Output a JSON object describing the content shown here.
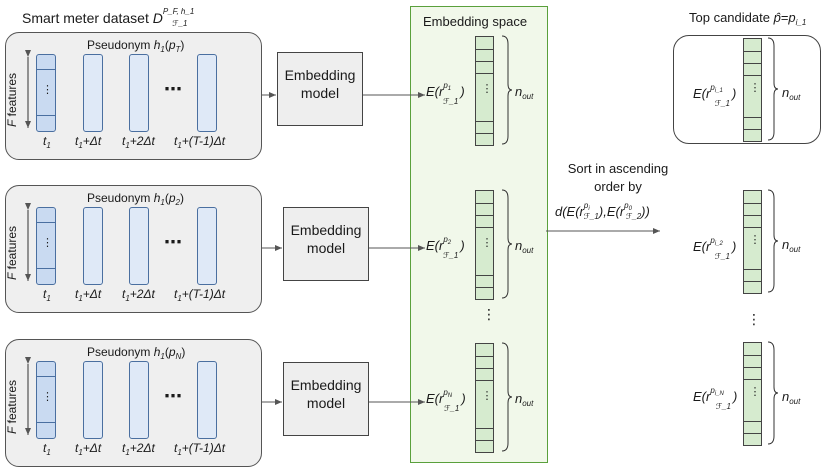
{
  "header": {
    "dataset_label": "Smart meter dataset",
    "dataset_symbol": "D",
    "dataset_sup": "P_F, h_1",
    "dataset_sub": "ℱ_1"
  },
  "rows": [
    {
      "pseudonym_text": "Pseudonym",
      "pseudonym_func": "h",
      "pseudonym_func_sub": "1",
      "pseudonym_arg": "p",
      "pseudonym_arg_sub": "T",
      "embedding_lines": [
        "Embedding",
        "model"
      ],
      "vector_label": "E(r",
      "vector_sup": "p",
      "vector_sup_sub": "1",
      "vector_sub": "ℱ_1",
      "vector_close": ")"
    },
    {
      "pseudonym_text": "Pseudonym",
      "pseudonym_func": "h",
      "pseudonym_func_sub": "1",
      "pseudonym_arg": "p",
      "pseudonym_arg_sub": "2",
      "embedding_lines": [
        "Embedding",
        "model"
      ],
      "vector_label": "E(r",
      "vector_sup": "p",
      "vector_sup_sub": "2",
      "vector_sub": "ℱ_1",
      "vector_close": ")"
    },
    {
      "pseudonym_text": "Pseudonym",
      "pseudonym_func": "h",
      "pseudonym_func_sub": "1",
      "pseudonym_arg": "p",
      "pseudonym_arg_sub": "N",
      "embedding_lines": [
        "Embedding",
        "model"
      ],
      "vector_label": "E(r",
      "vector_sup": "p",
      "vector_sup_sub": "N",
      "vector_sub": "ℱ_1",
      "vector_close": ")"
    }
  ],
  "time_labels": [
    "t",
    "t",
    "t",
    "t"
  ],
  "time_label_subs": [
    "1",
    "1",
    "1",
    "1"
  ],
  "time_label_suffix": [
    "",
    "+Δt",
    "+2Δt",
    "+(T-1)Δt"
  ],
  "features_axis": {
    "symbol": "F",
    "text": " features"
  },
  "bar_ellipsis": "⋯",
  "inner_ellipsis": "⋮",
  "brace_label": "n",
  "brace_label_sub": "out",
  "embedding_space_title": "Embedding space",
  "space_ellipsis": "⋮",
  "sort_text": [
    "Sort in ascending",
    "order by"
  ],
  "sort_formula": {
    "d": "d(E(r",
    "sup_p": "p",
    "sup_i": "i",
    "sub1": "ℱ_1",
    "mid": "),E(r",
    "sup_p0": "p",
    "sup_0": "0",
    "sub2": "ℱ_2",
    "end": "))"
  },
  "top_candidate": {
    "text": "Top candidate",
    "symbol": "p̂",
    "eq": "=",
    "rhs": "p",
    "rhs_sub": "i_1"
  },
  "candidates": [
    {
      "label": "E(r",
      "sup": "p",
      "sup_sub": "i_1",
      "sub": "ℱ_1",
      "close": ")"
    },
    {
      "label": "E(r",
      "sup": "p",
      "sup_sub": "i_2",
      "sub": "ℱ_1",
      "close": ")"
    },
    {
      "label": "E(r",
      "sup": "p",
      "sup_sub": "i_N",
      "sub": "ℱ_1",
      "close": ")"
    }
  ],
  "candidate_ellipsis": "⋮",
  "colors": {
    "panel": "#efefef",
    "bar": "#dfe9f7",
    "bar_border": "#4a6fa0",
    "vector": "#d6ebcf",
    "space": "#f1f8ea",
    "space_border": "#5aa03c",
    "arrow": "#555555"
  }
}
